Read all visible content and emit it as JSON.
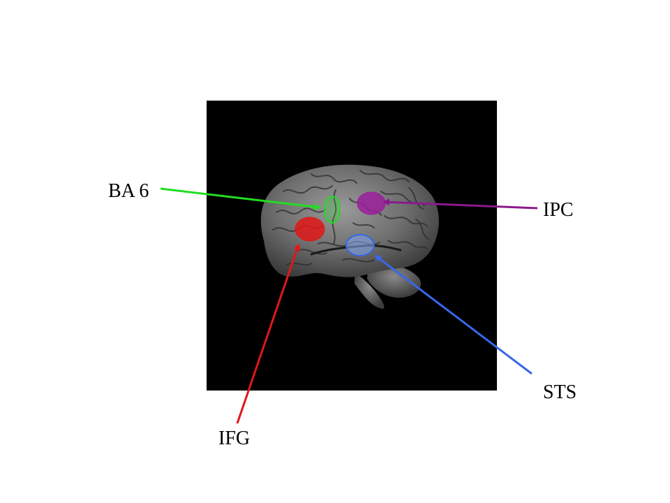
{
  "regions": [
    {
      "id": "ba6",
      "label": "BA 6",
      "color": "#22dd22"
    },
    {
      "id": "ipc",
      "label": "IPC",
      "color": "#8b1a8b"
    },
    {
      "id": "sts",
      "label": "STS",
      "color": "#3a66e6"
    },
    {
      "id": "ifg",
      "label": "IFG",
      "color": "#e01818"
    }
  ],
  "colors": {
    "background": "#ffffff",
    "panel": "#000000",
    "brain": "#6e6e6e"
  }
}
